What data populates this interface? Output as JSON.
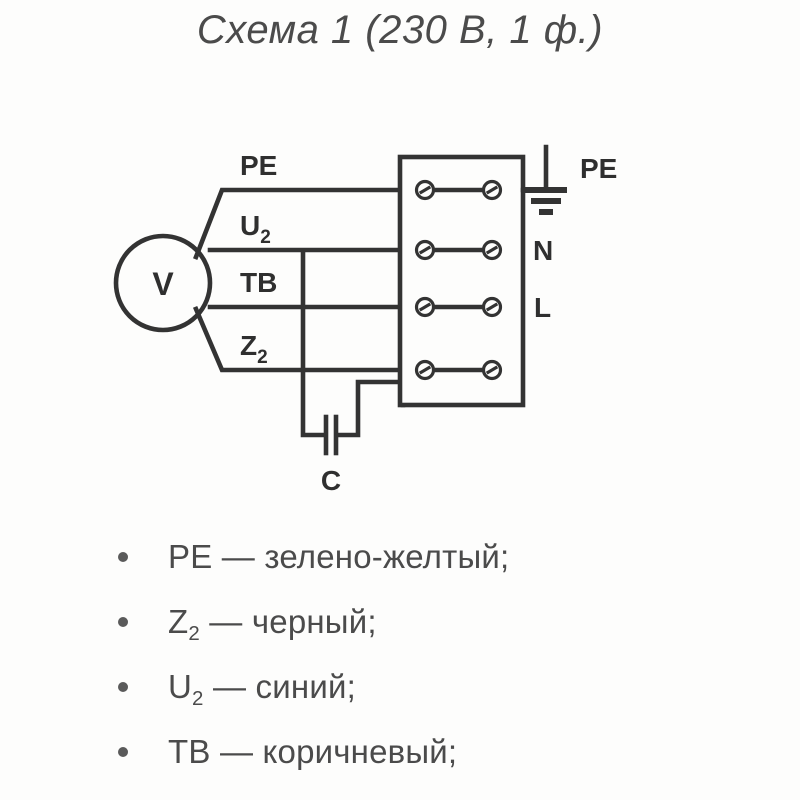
{
  "title": "Схема 1 (230 В, 1 ф.)",
  "colors": {
    "background": "#fdfdfc",
    "line": "#333333",
    "text": "#4b4b4b",
    "label": "#2f2f2f"
  },
  "diagram": {
    "motor": {
      "symbol": "V",
      "name": "motor-circle"
    },
    "wire_labels": [
      {
        "id": "pe",
        "text": "PE",
        "sub": ""
      },
      {
        "id": "u2",
        "text": "U",
        "sub": "2"
      },
      {
        "id": "tb",
        "text": "TB",
        "sub": ""
      },
      {
        "id": "z2",
        "text": "Z",
        "sub": "2"
      }
    ],
    "supply_labels": [
      {
        "id": "pe-supply",
        "text": "PE"
      },
      {
        "id": "n-supply",
        "text": "N"
      },
      {
        "id": "l-supply",
        "text": "L"
      }
    ],
    "capacitor_label": "C",
    "terminal_block": {
      "rows": 4,
      "terminals_per_row": 2
    },
    "ground_symbol": "earth-ground"
  },
  "legend": {
    "items": [
      {
        "id": "pe",
        "code": "PE",
        "sub": "",
        "desc": " — зелено-желтый;"
      },
      {
        "id": "z2",
        "code": "Z",
        "sub": "2",
        "desc": " — черный;"
      },
      {
        "id": "u2",
        "code": "U",
        "sub": "2",
        "desc": " — синий;"
      },
      {
        "id": "tb",
        "code": "TB",
        "sub": "",
        "desc": " — коричневый;"
      }
    ]
  }
}
